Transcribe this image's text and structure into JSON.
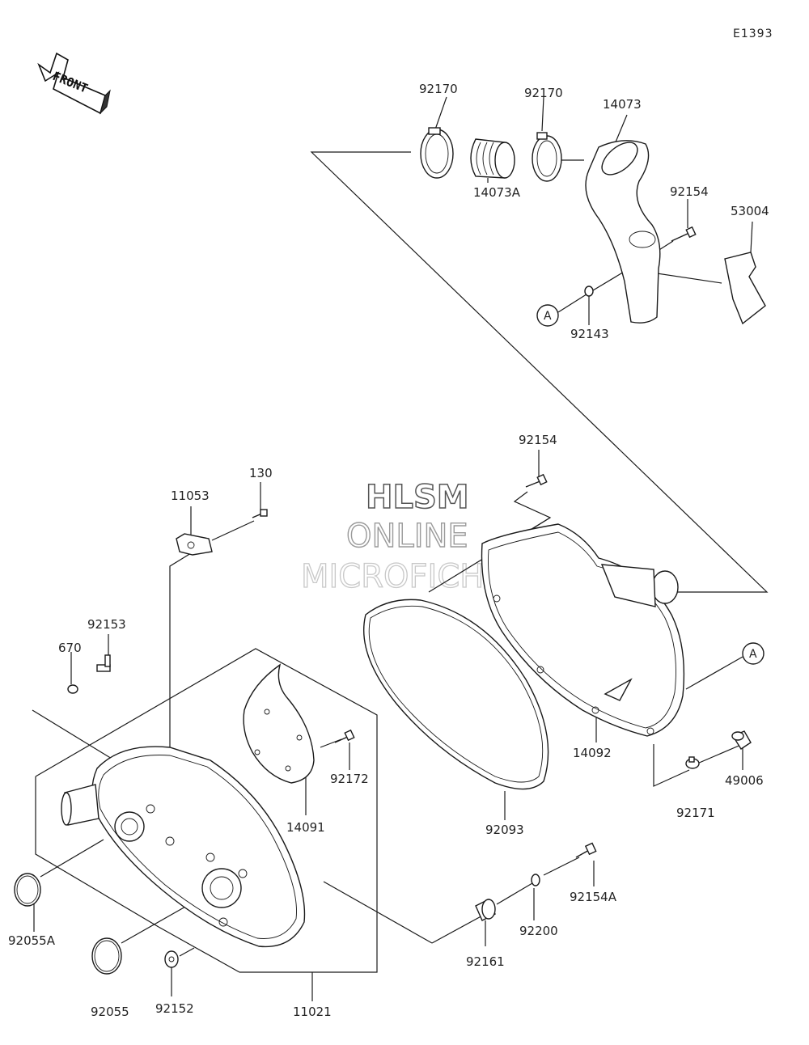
{
  "diagram_code": "E1393",
  "front_label": "FRONT",
  "watermark": {
    "line1": "HLSM",
    "line2": "ONLINE",
    "line3": "MICROFICHE"
  },
  "ref_mark": "A",
  "parts": {
    "p92170a": "92170",
    "p92170b": "92170",
    "p14073": "14073",
    "p14073A": "14073A",
    "p92154a": "92154",
    "p53004": "53004",
    "p92143": "92143",
    "p92154b": "92154",
    "p130": "130",
    "p11053": "11053",
    "p92153": "92153",
    "p670": "670",
    "p14092": "14092",
    "p92172": "92172",
    "p14091": "14091",
    "p92093": "92093",
    "p49006": "49006",
    "p92171": "92171",
    "p92154A": "92154A",
    "p92200": "92200",
    "p92161": "92161",
    "p92055A": "92055A",
    "p92055": "92055",
    "p92152": "92152",
    "p11021": "11021"
  }
}
